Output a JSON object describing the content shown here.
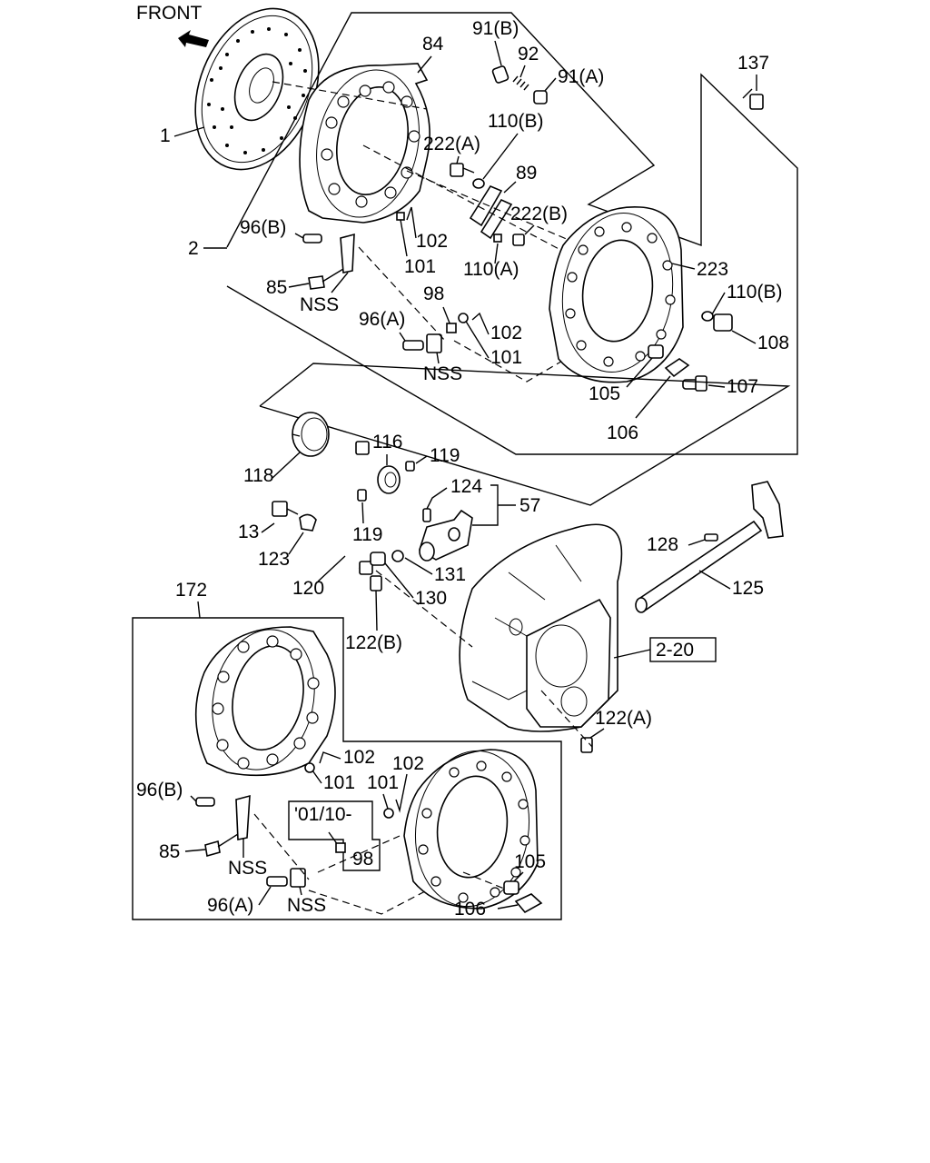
{
  "diagram": {
    "front_label": "FRONT",
    "labels": {
      "l1": "1",
      "l84": "84",
      "l91b": "91(B)",
      "l92": "92",
      "l91a": "91(A)",
      "l137": "137",
      "l110b_top": "110(B)",
      "l222a": "222(A)",
      "l89": "89",
      "l222b": "222(B)",
      "l2": "2",
      "l96b_top": "96(B)",
      "l102_a": "102",
      "l101_a": "101",
      "l110a": "110(A)",
      "l223": "223",
      "l110b_right": "110(B)",
      "l108": "108",
      "l85_top": "85",
      "nss_a": "NSS",
      "l98_top": "98",
      "l96a_top": "96(A)",
      "l102_b": "102",
      "l101_b": "101",
      "nss_b": "NSS",
      "l105_top": "105",
      "l107": "107",
      "l106_top": "106",
      "l116": "116",
      "l119_a": "119",
      "l118": "118",
      "l124": "124",
      "l57": "57",
      "l13": "13",
      "l119_b": "119",
      "l123": "123",
      "l128": "128",
      "l131": "131",
      "l120": "120",
      "l130": "130",
      "l125": "125",
      "l172": "172",
      "l122b": "122(B)",
      "l2_20": "2-20",
      "l122a": "122(A)",
      "l102_c": "102",
      "l102_d": "102",
      "l96b_bot": "96(B)",
      "l101_c": "101",
      "l101_d": "101",
      "date_note": "'01/10-",
      "l85_bot": "85",
      "nss_c": "NSS",
      "l98_bot": "98",
      "l105_bot": "105",
      "l96a_bot": "96(A)",
      "nss_d": "NSS",
      "l106_bot": "106"
    }
  }
}
